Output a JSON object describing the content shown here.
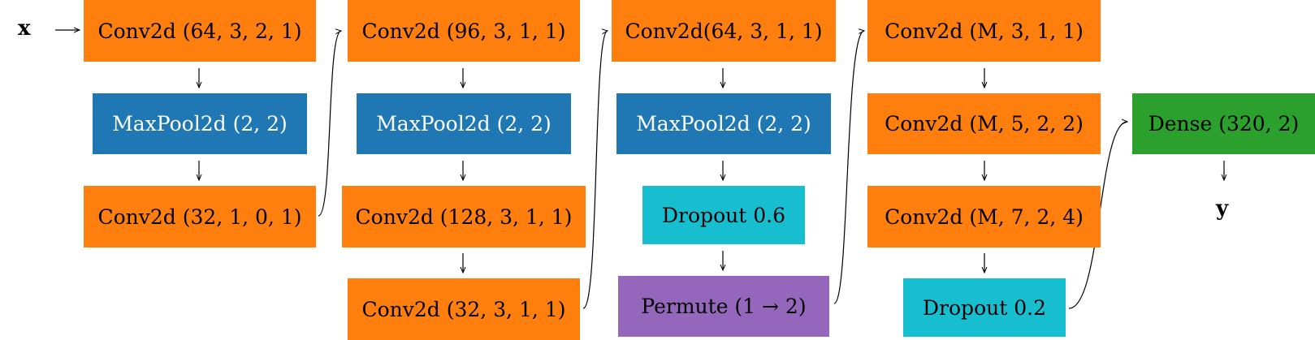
{
  "colors": {
    "conv": "#ff7f0e",
    "pool": "#1f77b4",
    "dropout": "#17becf",
    "permute": "#9467bd",
    "dense": "#2ca02c"
  },
  "input_label": "x",
  "output_label": "y",
  "columns": [
    {
      "blocks": [
        {
          "label": "Conv2d (64, 3, 2, 1)",
          "kind": "conv"
        },
        {
          "label": "MaxPool2d (2, 2)",
          "kind": "pool"
        },
        {
          "label": "Conv2d (32, 1, 0, 1)",
          "kind": "conv"
        }
      ]
    },
    {
      "blocks": [
        {
          "label": "Conv2d (96, 3, 1, 1)",
          "kind": "conv"
        },
        {
          "label": "MaxPool2d (2, 2)",
          "kind": "pool"
        },
        {
          "label": "Conv2d (128, 3, 1, 1)",
          "kind": "conv"
        },
        {
          "label": "Conv2d (32, 3, 1, 1)",
          "kind": "conv"
        }
      ]
    },
    {
      "blocks": [
        {
          "label": "Conv2d(64, 3, 1, 1)",
          "kind": "conv"
        },
        {
          "label": "MaxPool2d (2, 2)",
          "kind": "pool"
        },
        {
          "label": "Dropout 0.6",
          "kind": "dropout"
        },
        {
          "label": "Permute (1 → 2)",
          "kind": "permute"
        }
      ]
    },
    {
      "blocks": [
        {
          "label": "Conv2d (M, 3, 1, 1)",
          "kind": "conv"
        },
        {
          "label": "Conv2d (M, 5, 2, 2)",
          "kind": "conv"
        },
        {
          "label": "Conv2d (M, 7, 2, 4)",
          "kind": "conv"
        },
        {
          "label": "Dropout 0.2",
          "kind": "dropout"
        }
      ]
    },
    {
      "blocks": [
        {
          "label": "Dense (320, 2)",
          "kind": "dense"
        }
      ]
    }
  ]
}
